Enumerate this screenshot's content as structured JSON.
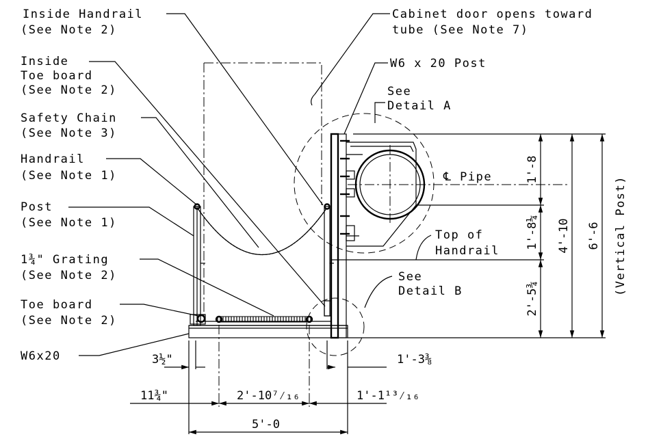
{
  "callouts": {
    "inside_handrail": [
      "Inside Handrail",
      "(See Note 2)"
    ],
    "cabinet_door": [
      "Cabinet door opens toward",
      "tube (See Note 7)"
    ],
    "inside_toe_board": [
      "Inside",
      "Toe board",
      "(See Note 2)"
    ],
    "post_w6": "W6 x 20 Post",
    "detail_a": [
      "See",
      "Detail A"
    ],
    "safety_chain": [
      "Safety Chain",
      "(See Note 3)"
    ],
    "handrail": [
      "Handrail",
      "(See Note 1)"
    ],
    "pipe": "℄ Pipe",
    "post": [
      "Post",
      "(See Note 1)"
    ],
    "top_handrail": [
      "Top of",
      "Handrail"
    ],
    "grating": [
      "1¾\" Grating",
      "(See Note 2)"
    ],
    "detail_b": [
      "See",
      "Detail B"
    ],
    "toe_board": [
      "Toe board",
      "(See Note 2)"
    ],
    "w6x20": "W6x20"
  },
  "dimensions": {
    "d_1_8": "1'-8",
    "d_1_8_1_4": "1'-8¼",
    "d_2_5_3_4": "2'-5¾",
    "d_4_10": "4'-10",
    "d_6_6": "6'-6",
    "vertical_post": "(Vertical Post)",
    "d_3_1_2": "3½\"",
    "d_1_3_3_8": "1'-3⅜",
    "d_11_3_4": "11¾\"",
    "d_2_10_7_16": "2'-10⁷⁄₁₆",
    "d_1_1_13_16": "1'-1¹³⁄₁₆",
    "d_5_0": "5'-0"
  }
}
